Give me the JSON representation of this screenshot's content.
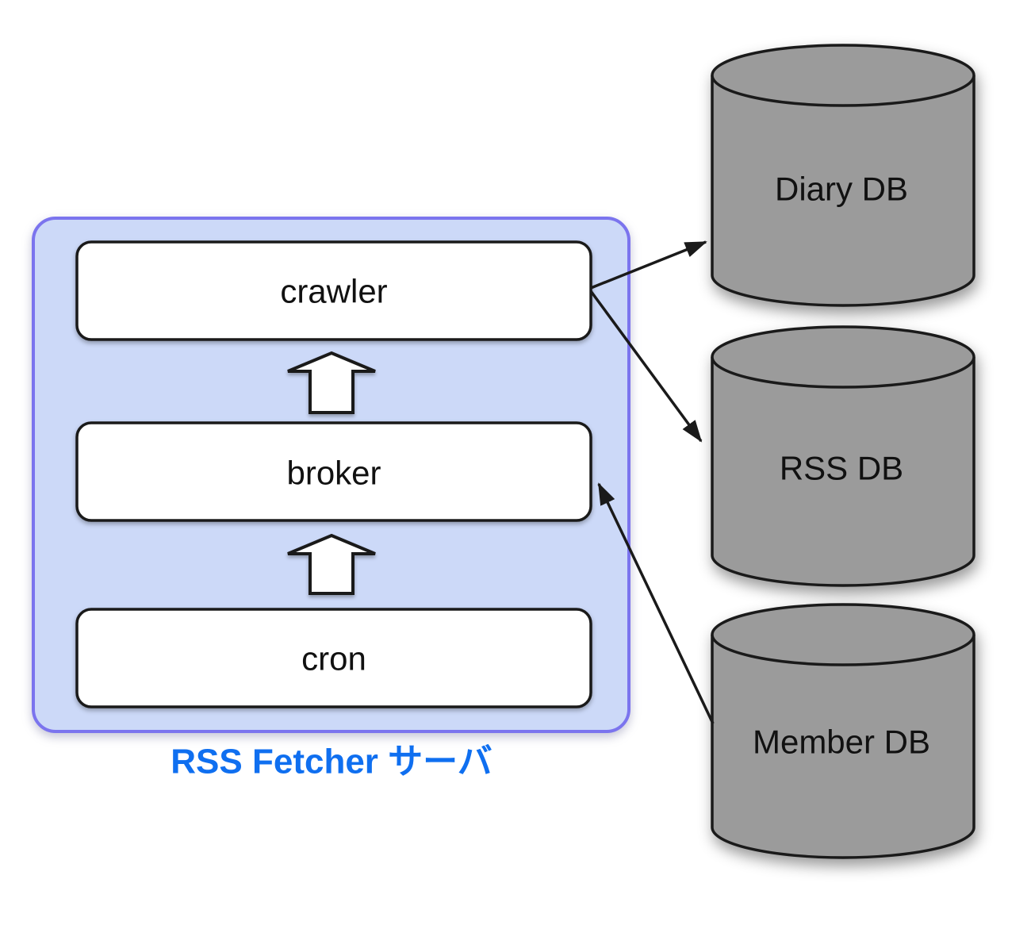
{
  "colors": {
    "group_fill": "#ccd9f8",
    "group_border": "#7b74ee",
    "group_label_color": "#0f6ff0",
    "node_fill": "#ffffff",
    "node_border": "#1a1a1a",
    "db_fill": "#9b9b9b",
    "edge_color": "#1a1a1a"
  },
  "server_group": {
    "label": "RSS Fetcher サーバ",
    "nodes": [
      {
        "id": "crawler",
        "label": "crawler"
      },
      {
        "id": "broker",
        "label": "broker"
      },
      {
        "id": "cron",
        "label": "cron"
      }
    ]
  },
  "databases": [
    {
      "id": "diary-db",
      "label": "Diary DB"
    },
    {
      "id": "rss-db",
      "label": "RSS DB"
    },
    {
      "id": "member-db",
      "label": "Member DB"
    }
  ],
  "edges": [
    {
      "from": "crawler",
      "to": "diary-db",
      "style": "arrow"
    },
    {
      "from": "crawler",
      "to": "rss-db",
      "style": "arrow"
    },
    {
      "from": "member-db",
      "to": "broker",
      "style": "arrow"
    },
    {
      "from": "cron",
      "to": "broker",
      "style": "block-arrow"
    },
    {
      "from": "broker",
      "to": "crawler",
      "style": "block-arrow"
    }
  ]
}
